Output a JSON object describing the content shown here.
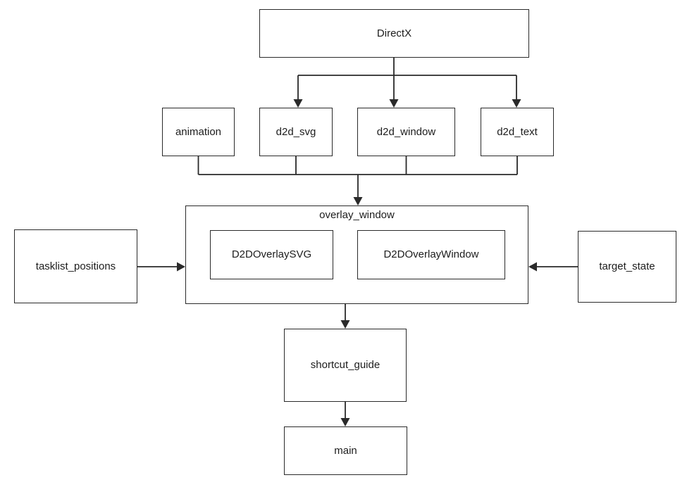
{
  "diagram": {
    "type": "flowchart-dependency-graph",
    "background_color": "#ffffff",
    "node_fill_color": "#ffffff",
    "node_border_color": "#2a2a2a",
    "edge_color": "#2a2a2a",
    "text_color": "#1c1c1c",
    "nodes": {
      "directx": {
        "label": "DirectX"
      },
      "animation": {
        "label": "animation"
      },
      "d2d_svg": {
        "label": "d2d_svg"
      },
      "d2d_window": {
        "label": "d2d_window"
      },
      "d2d_text": {
        "label": "d2d_text"
      },
      "overlay_window": {
        "label": "overlay_window"
      },
      "d2d_overlay_svg": {
        "label": "D2DOverlaySVG"
      },
      "d2d_overlay_window": {
        "label": "D2DOverlayWindow"
      },
      "tasklist_positions": {
        "label": "tasklist_positions"
      },
      "target_state": {
        "label": "target_state"
      },
      "shortcut_guide": {
        "label": "shortcut_guide"
      },
      "main": {
        "label": "main"
      }
    },
    "groups": [
      {
        "label": "overlay_window",
        "children": [
          "D2DOverlaySVG",
          "D2DOverlayWindow"
        ]
      }
    ],
    "edges": [
      {
        "from": "DirectX",
        "to": "d2d_svg",
        "arrow": true
      },
      {
        "from": "DirectX",
        "to": "d2d_window",
        "arrow": true
      },
      {
        "from": "DirectX",
        "to": "d2d_text",
        "arrow": true
      },
      {
        "from": "animation",
        "to": "overlay_window",
        "arrow": true
      },
      {
        "from": "d2d_svg",
        "to": "overlay_window",
        "arrow": true
      },
      {
        "from": "d2d_window",
        "to": "overlay_window",
        "arrow": true
      },
      {
        "from": "d2d_text",
        "to": "overlay_window",
        "arrow": true
      },
      {
        "from": "tasklist_positions",
        "to": "overlay_window",
        "arrow": true
      },
      {
        "from": "target_state",
        "to": "overlay_window",
        "arrow": true
      },
      {
        "from": "overlay_window",
        "to": "shortcut_guide",
        "arrow": true
      },
      {
        "from": "shortcut_guide",
        "to": "main",
        "arrow": true
      }
    ]
  }
}
